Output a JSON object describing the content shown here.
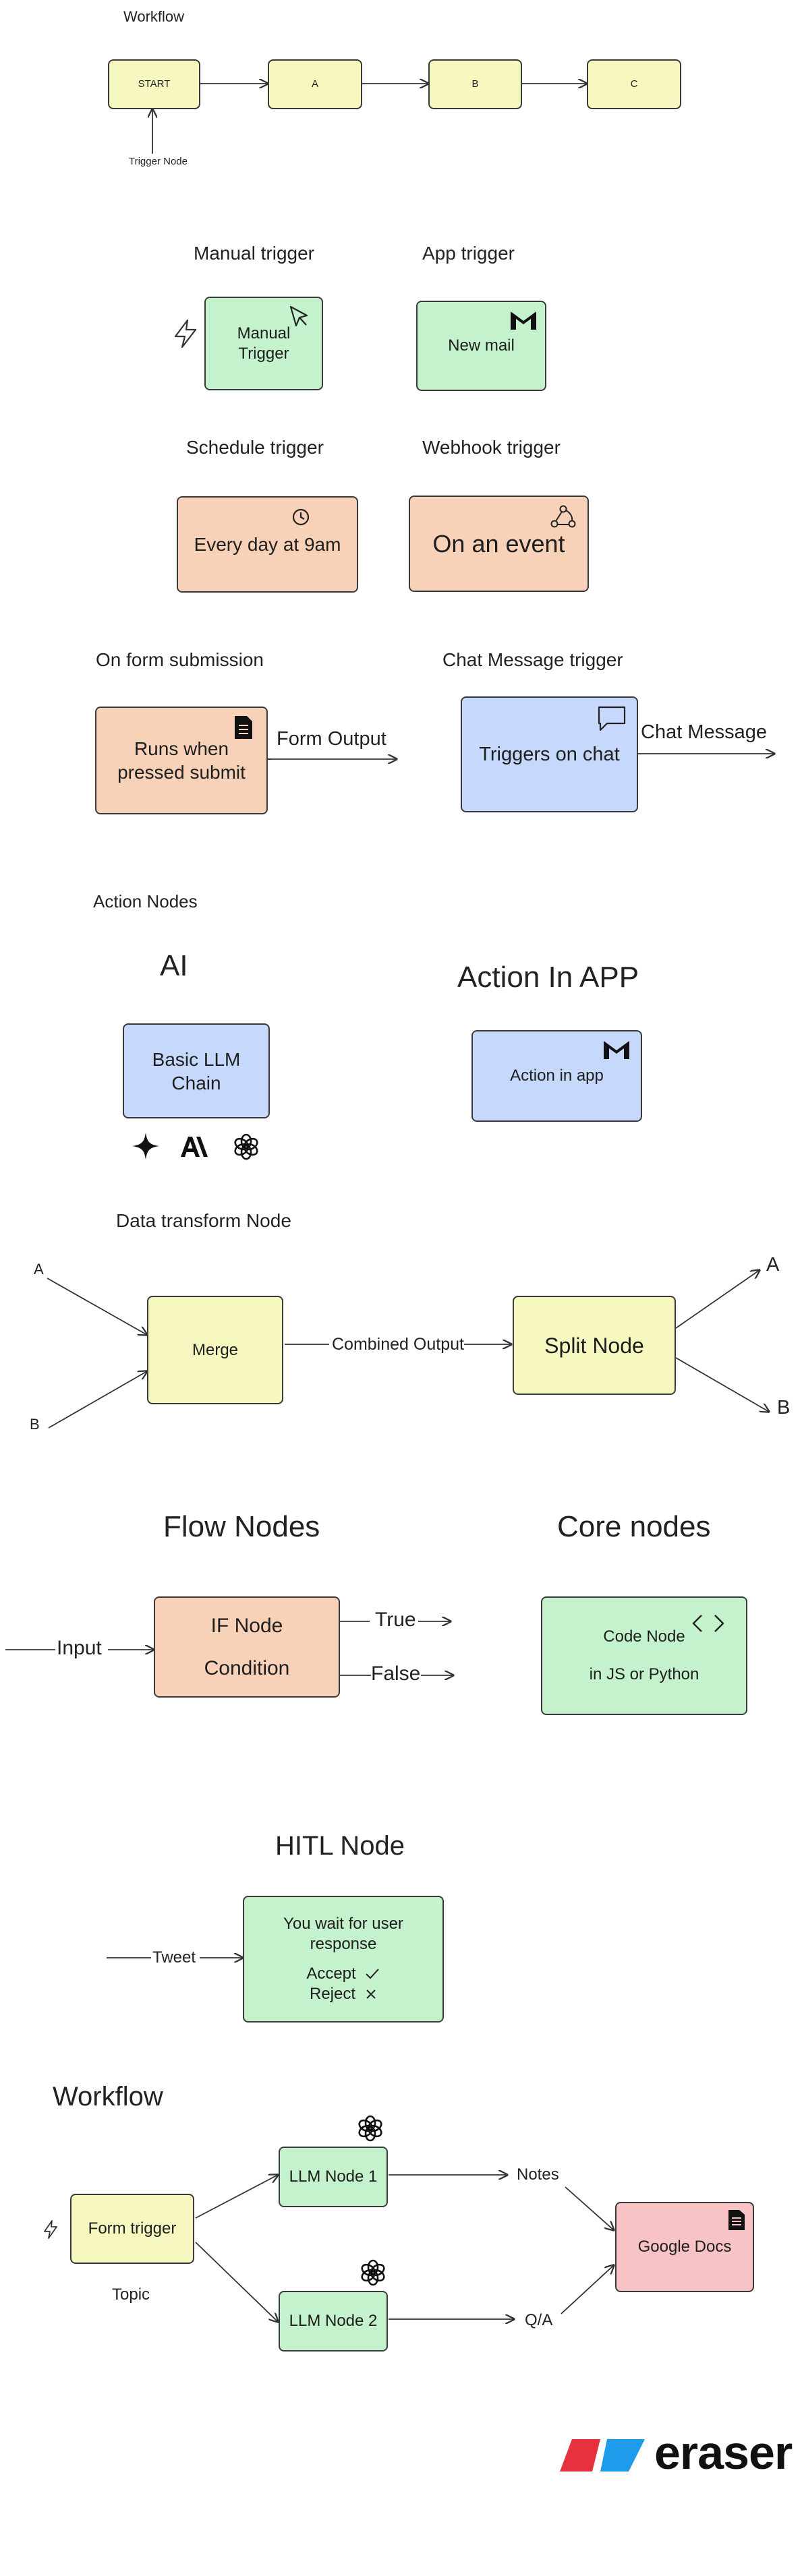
{
  "workflow_top": {
    "title": "Workflow",
    "start": "START",
    "a": "A",
    "b": "B",
    "c": "C",
    "trigger_label": "Trigger Node"
  },
  "triggers": {
    "manual_title": "Manual trigger",
    "manual_node": "Manual\nTrigger",
    "app_title": "App trigger",
    "app_node": "New mail",
    "schedule_title": "Schedule trigger",
    "schedule_node": "Every day at 9am",
    "webhook_title": "Webhook trigger",
    "webhook_node": "On an event",
    "form_title": "On form submission",
    "form_node": "Runs when\npressed submit",
    "form_output": "Form Output",
    "chat_title": "Chat Message trigger",
    "chat_node": "Triggers on chat",
    "chat_output": "Chat Message"
  },
  "action_nodes": {
    "section_title": "Action Nodes",
    "ai_title": "AI",
    "ai_node": "Basic LLM\nChain",
    "app_title": "Action In APP",
    "app_node": "Action in app"
  },
  "data_transform": {
    "title": "Data transform Node",
    "input_a": "A",
    "input_b": "B",
    "merge": "Merge",
    "combined": "Combined Output",
    "split": "Split Node",
    "out_a": "A",
    "out_b": "B"
  },
  "flow": {
    "title": "Flow Nodes",
    "input": "Input",
    "if_line1": "IF Node",
    "if_line2": "Condition",
    "true_label": "True",
    "false_label": "False"
  },
  "core": {
    "title": "Core nodes",
    "line1": "Code Node",
    "line2": "in JS or Python"
  },
  "hitl": {
    "title": "HITL Node",
    "input": "Tweet",
    "line1": "You wait for user\nresponse",
    "accept": "Accept",
    "reject": "Reject"
  },
  "workflow_bottom": {
    "title": "Workflow",
    "form_trigger": "Form trigger",
    "topic": "Topic",
    "llm1": "LLM Node 1",
    "llm2": "LLM Node 2",
    "notes": "Notes",
    "qa": "Q/A",
    "docs": "Google Docs"
  },
  "brand": {
    "name": "eraser",
    "red": "#e8313f",
    "blue": "#1e9bea"
  },
  "icons": [
    "lightning-icon",
    "cursor-icon",
    "gmail-icon",
    "clock-icon",
    "webhook-icon",
    "document-icon",
    "chat-bubble-icon",
    "sparkle-icon",
    "anthropic-icon",
    "openai-icon",
    "code-icon",
    "check-icon",
    "x-icon"
  ]
}
